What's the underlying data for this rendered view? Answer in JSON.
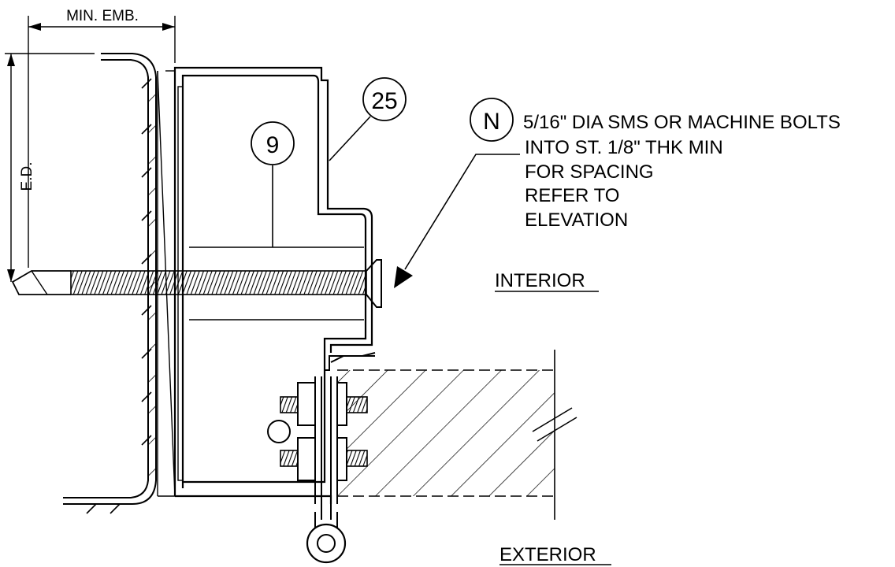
{
  "labels": {
    "min_emb": "MIN. EMB.",
    "ed": "E.D.",
    "interior": "INTERIOR",
    "exterior": "EXTERIOR"
  },
  "callouts": {
    "part_25": "25",
    "part_9": "9",
    "note_marker": "N"
  },
  "note": {
    "line1": "5/16\" DIA SMS OR MACHINE BOLTS",
    "line2": "INTO ST. 1/8\" THK MIN",
    "line3": "FOR SPACING",
    "line4": "REFER TO",
    "line5": "ELEVATION"
  }
}
